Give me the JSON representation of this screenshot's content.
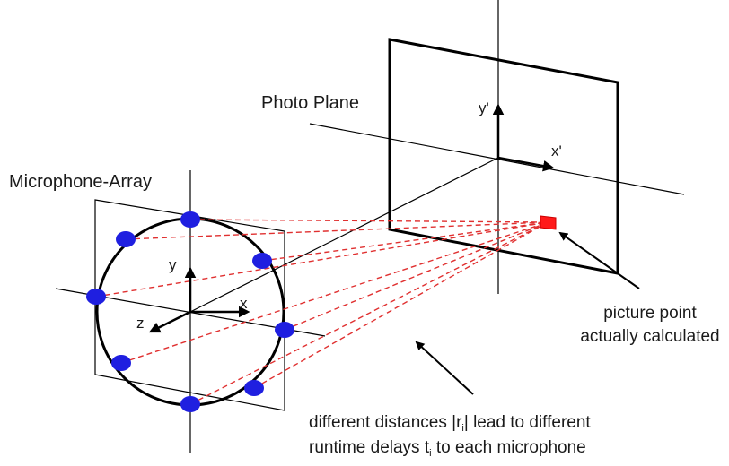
{
  "labels": {
    "photo_plane": "Photo Plane",
    "microphone_array": "Microphone-Array",
    "axis_y_prime": "y'",
    "axis_x_prime": "x'",
    "axis_y": "y",
    "axis_x": "x",
    "axis_z": "z"
  },
  "annotations": {
    "picture_point_line1": "picture point",
    "picture_point_line2": "actually calculated",
    "distances_line1_a": "different distances |r",
    "distances_line1_sub": "i",
    "distances_line1_b": "| lead to different",
    "distances_line2_a": "runtime delays t",
    "distances_line2_sub": "i",
    "distances_line2_b": " to each microphone"
  },
  "colors": {
    "microphone": "#1f1fe0",
    "picture_point": "#ff1a1a",
    "ray": "#e03030",
    "line": "#1a1a1a"
  }
}
